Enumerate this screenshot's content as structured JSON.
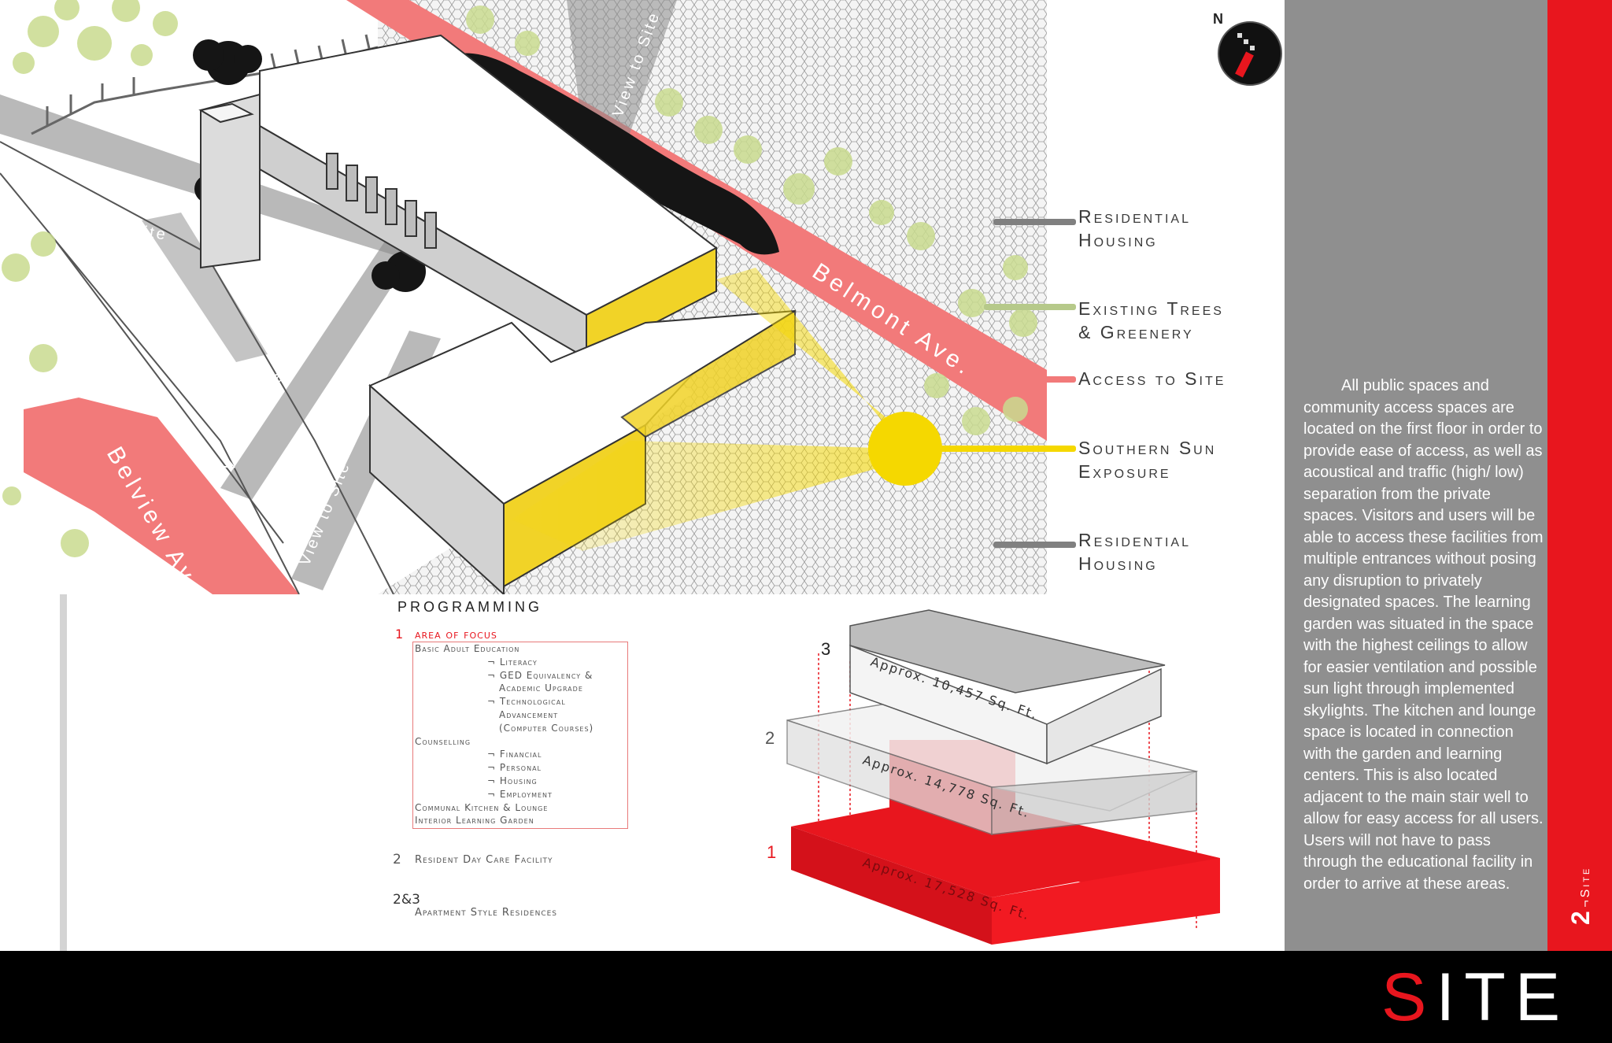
{
  "streets": {
    "belmont": "Belmont Ave.",
    "belview": "Belview Ave."
  },
  "views": {
    "v1": "View to Site",
    "v2": "View to Site",
    "v3": "View to Site",
    "v4": "View to Site"
  },
  "north": "N",
  "legend": [
    {
      "line1": "Residential",
      "line2": "Housing",
      "color": "#808080"
    },
    {
      "line1": "Existing Trees",
      "line2": "& Greenery",
      "color": "#b6c98a"
    },
    {
      "line1": "Access to Site",
      "line2": "",
      "color": "#f27a7a"
    },
    {
      "line1": "Southern Sun",
      "line2": "Exposure",
      "color": "#f5d800"
    },
    {
      "line1": "Residential",
      "line2": "Housing",
      "color": "#808080"
    }
  ],
  "programming": {
    "title": "PROGRAMMING",
    "item1_num": "1",
    "item1_title": "area of focus",
    "lines": [
      {
        "text": "Basic Adult Education",
        "indent": false
      },
      {
        "text": "¬ Literacy",
        "indent": true
      },
      {
        "text": "¬ GED Equivalency &",
        "indent": true
      },
      {
        "text": "Academic Upgrade",
        "indent": true,
        "extra": true
      },
      {
        "text": "¬ Technological",
        "indent": true
      },
      {
        "text": "Advancement",
        "indent": true,
        "extra": true
      },
      {
        "text": "(Computer Courses)",
        "indent": true,
        "extra": true
      },
      {
        "text": "Counselling",
        "indent": false
      },
      {
        "text": "¬ Financial",
        "indent": true
      },
      {
        "text": "¬ Personal",
        "indent": true
      },
      {
        "text": "¬ Housing",
        "indent": true
      },
      {
        "text": "¬ Employment",
        "indent": true
      },
      {
        "text": "Communal Kitchen & Lounge",
        "indent": false
      },
      {
        "text": "Interior Learning Garden",
        "indent": false
      }
    ],
    "item2_num": "2",
    "item2_text": "Resident Day Care Facility",
    "item3_num": "2&3",
    "item3_text": "Apartment Style Residences"
  },
  "floors": {
    "f3_num": "3",
    "f3_area": "Approx. 10,457 Sq. Ft.",
    "f2_num": "2",
    "f2_area": "Approx. 14,778 Sq. Ft.",
    "f1_num": "1",
    "f1_area": "Approx. 17,528 Sq. Ft."
  },
  "description": "All public spaces and community access spaces are located on the first floor in order to provide ease of access, as well as acoustical  and traffic (high/ low) separation from the private spaces. Visitors and users will be able to access these facilities from multiple entrances without posing any disruption to privately designated spaces. The learning garden was situated in the space with the highest ceilings to allow for easier   ventilation and possible sun light through implemented skylights. The kitchen and lounge space is located in  connection with the garden and learning centers. This is also located adjacent to the main stair well to  allow for easy access for all users. Users will not have to pass through the educational facility in order to arrive at these areas.",
  "side_tab": {
    "number": "2",
    "label": "¬Site"
  },
  "footer": {
    "first_letter": "S",
    "rest": "ITE"
  },
  "colors": {
    "accent": "#e8161e",
    "panel": "#8f8f8f",
    "sun": "#f5d800",
    "access": "#f27a7a",
    "greenery": "#b6c98a"
  }
}
